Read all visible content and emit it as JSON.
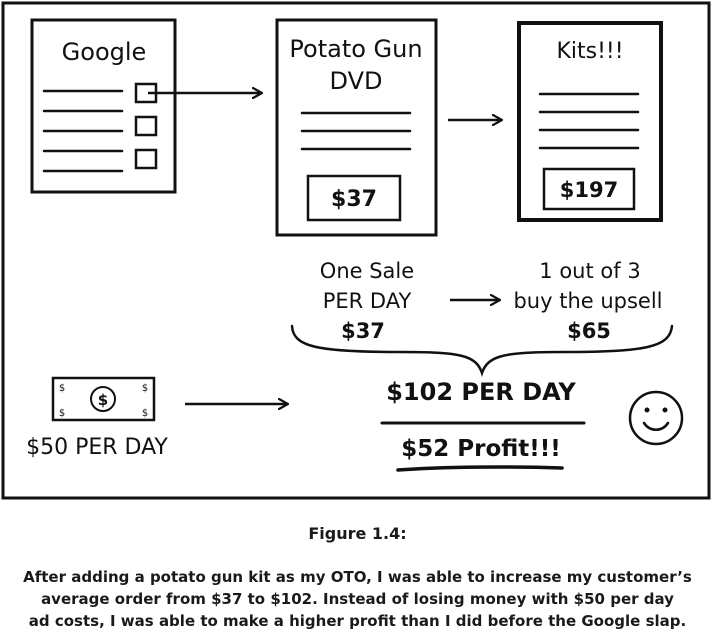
{
  "diagram": {
    "google_page": {
      "title": "Google"
    },
    "dvd_page": {
      "title_line1": "Potato Gun",
      "title_line2": "DVD",
      "price": "$37"
    },
    "kits_page": {
      "title": "Kits!!!",
      "price": "$197"
    },
    "sales": {
      "one_sale_line1": "One Sale",
      "one_sale_line2": "PER DAY",
      "one_sale_line3": "$37",
      "upsell_line1": "1 out of 3",
      "upsell_line2": "buy the upsell",
      "upsell_line3": "$65"
    },
    "money": {
      "bill_symbol": "$",
      "cost_label": "$50 PER DAY"
    },
    "result": {
      "revenue": "$102 PER DAY",
      "profit": "$52 Profit!!!"
    },
    "colors": {
      "ink": "#111111",
      "background": "#ffffff"
    },
    "icons": [
      "arrow-icon",
      "dollar-bill-icon",
      "smiley-face-icon"
    ]
  },
  "caption": {
    "label": "Figure 1.4:",
    "line1": "After adding a potato gun kit as my OTO, I was able to increase my customer’s",
    "line2": "average order from $37 to $102. Instead of losing money with $50 per day",
    "line3": "ad costs, I was able to make a higher profit than I did before the Google slap."
  }
}
